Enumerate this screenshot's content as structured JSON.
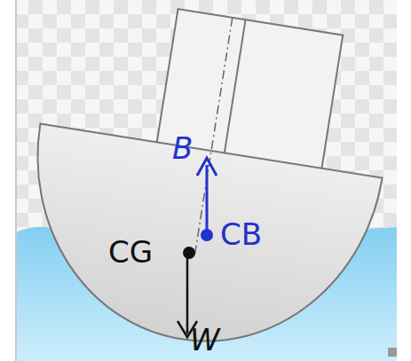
{
  "diagram": {
    "labels": [
      "B",
      "CB",
      "CG",
      "W"
    ]
  }
}
